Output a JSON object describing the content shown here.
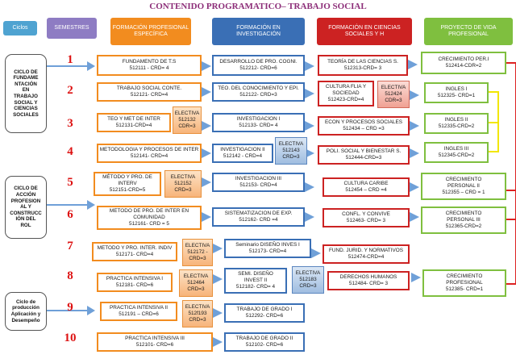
{
  "title": "CONTENIDO PROGRAMATICO– TRABAJO SOCIAL",
  "headers": {
    "ciclos": "Ciclos",
    "semestres": "SEMESTRES",
    "formacion_profesional": [
      "FORMACIÓN PROFESIONAL",
      "ESPECÍFICA"
    ],
    "formacion_investigacion": [
      "FORMACIÓN EN",
      "INVESTIGACIÓN"
    ],
    "formacion_ciencias": [
      "FORMACIÓN EN CIENCIAS",
      "SOCIALES Y H"
    ],
    "proyecto_vida": [
      "PROYECTO DE VIDA",
      "PROFESIONAL"
    ]
  },
  "cycles": [
    [
      "CICLO DE",
      "FUNDAME",
      "NTACIÓN",
      "EN",
      "TRABAJO",
      "SOCIAL Y",
      "CIENCIAS",
      "SOCIALES"
    ],
    [
      "CICLO DE",
      "ACCIÓN",
      "PROFESION",
      "AL Y",
      "CONSTRUCC",
      "IÓN DEL",
      "ROL"
    ],
    [
      "Ciclo de",
      "producción",
      "Aplicación y",
      "Desempeño"
    ]
  ],
  "semesters": [
    "1",
    "2",
    "3",
    "4",
    "5",
    "6",
    "7",
    "8",
    "9",
    "10"
  ],
  "profesional": [
    [
      "FUNDAMENTO DE  T.S",
      "512111 - CRD=  4"
    ],
    [
      "TRABAJO SOCIAL CONTE.",
      "512121- CRD=4"
    ],
    [
      "TEO Y MET DE INTER",
      "512131-CRD=4"
    ],
    [
      "METODOLOGIA Y PROCESOS DE INTER",
      "512141- CRD=4"
    ],
    [
      "MÉTODO Y PRO. DE",
      "INTERV",
      "512151-CRD=5"
    ],
    [
      "METODO DE  PRO. DE  INTER EN",
      "COMUNIDAD",
      "512161- CRD = 5"
    ],
    [
      "METODO Y PRO. INTER. INDIV",
      "512171- CRD=4"
    ],
    [
      "PRACTICA INTENSIVA I",
      "512181- CRD=6"
    ],
    [
      "PRACTICA INTENSIVA II",
      "512191 – CRD=6"
    ],
    [
      "PRACTICA INTENSIVA III",
      "512101- CRD=6"
    ]
  ],
  "profesional_electivas": [
    [
      "ELECTIVA",
      "512132",
      "CDR=3"
    ],
    [
      "ELECTIVA",
      "512152",
      "CRD=3"
    ],
    [
      "ELECTIVA",
      "512172 -",
      "CRD=3"
    ],
    [
      "ELECTIVA",
      "512464",
      "CRD=3"
    ],
    [
      "ELECTIVA",
      "512f193",
      "CRD=3"
    ]
  ],
  "investigacion": [
    [
      "DESARROLLO DE PRO. COGNI.",
      "512212- CRD=6"
    ],
    [
      "TEO. DEL CONOCIMIENTO Y EPI.",
      "512122- CRD=3"
    ],
    [
      "INVESTIGACION I",
      "512133- CRD= 4"
    ],
    [
      "INVESTIGACION II",
      "512142 -  CRD=4"
    ],
    [
      "INVESTIGACION III",
      "512153- CRD=4"
    ],
    [
      "SISTEMATIZACION DE EXP.",
      "512162- CRD =4"
    ],
    [
      "Seminario DISEÑO INVES I",
      "512173- CRD=4"
    ],
    [
      "SEMI. DISEÑO",
      "INVEST II",
      "512182- CRD= 4"
    ],
    [
      "TRABAJO DE GRADO I",
      "512292- CRD=6"
    ],
    [
      "TRABAJO DE GRADO II",
      "512102- CRD=6"
    ]
  ],
  "investigacion_electivas": [
    [
      "ELECTIVA",
      "512143",
      "CRD=3"
    ],
    [
      "ELECTIVA",
      "512183",
      "CRD=3"
    ]
  ],
  "ciencias": [
    [
      "TEORÍA DE LAS CIENCIAS S.",
      "512313-CRD= 3"
    ],
    [
      "CULTURA  FLIA Y",
      "SOCIEDAD",
      "512423-CRD=4"
    ],
    [
      "ECON  Y PROCESOS SOCIALES",
      "512434 – CRD =3"
    ],
    [
      "POLI. SOCIAL Y BIENESTAR S.",
      "512444-CRD=3"
    ],
    [
      "CULTURA CARIBE",
      "512454 – CRD =4"
    ],
    [
      "CONFL. Y CONVIVE",
      "512463- CRD= 3"
    ],
    [
      "FUND. JURID. Y NORMATIVOS",
      "512474-CRD=4"
    ],
    [
      "DERECHOS HUMANOS",
      "512484- CRD= 3"
    ]
  ],
  "ciencias_electiva": [
    "ELECTIVA",
    "512424",
    "CDR=3"
  ],
  "proyecto": [
    [
      "CRECIMIENTO PER.I",
      "512414-CDR=2"
    ],
    [
      "INGLES I",
      "512325- CRD=1"
    ],
    [
      "INGLES II",
      "512335-CRD=2"
    ],
    [
      "INGLES III",
      "512345-CRD=2"
    ],
    [
      "CRECIMIENTO",
      "PERSONAL II",
      "512355 – CRD = 1"
    ],
    [
      "CRECIMIENTO",
      "PERSONAL III",
      "512365-CRD=2"
    ],
    [
      "CRECIMIENTO",
      "PROFESIONAL",
      "512385- CRD=1"
    ]
  ],
  "colors": {
    "title": "#8c2d78",
    "ciclos": "#4fa3d1",
    "semestres": "#8e7cc3",
    "profesional": "#f28c1f",
    "investigacion": "#3a6fb5",
    "ciencias": "#cc2222",
    "proyecto": "#7fbf3f",
    "connector_blue": "#6fa0d8",
    "connector_red": "#dd2222",
    "connector_yellow": "#f2e600"
  }
}
